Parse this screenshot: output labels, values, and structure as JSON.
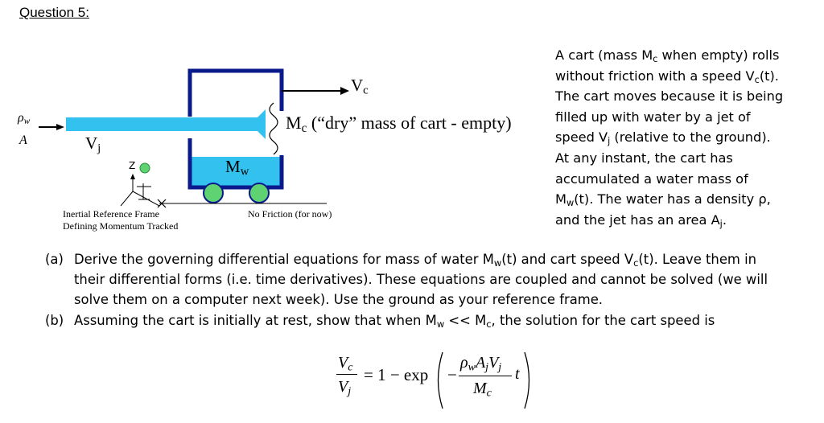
{
  "title": "Question 5:",
  "diagram": {
    "rho_label": "ρ",
    "rho_sub": "w",
    "area_label": "A",
    "vj_label": "V",
    "vj_sub": "j",
    "vc_label": "V",
    "vc_sub": "c",
    "mc_label": "M",
    "mc_sub": "c",
    "mc_desc": " (“dry” mass of cart - empty)",
    "mw_label": "M",
    "mw_sub": "w",
    "z_label": "Z",
    "frame_line1": "Inertial Reference Frame",
    "frame_line2": "Defining Momentum Tracked",
    "friction_label": "No Friction (for now)",
    "colors": {
      "water": "#33c2ef",
      "wheel": "#5fd372",
      "cart": "#0a1a8c"
    }
  },
  "description": {
    "l1a": "A cart (mass M",
    "l1b": "c",
    "l1c": " when empty) rolls",
    "l2a": "without friction with a speed V",
    "l2b": "c",
    "l2c": "(t).",
    "l3": "The cart moves because it is being",
    "l4": "filled up with water by a jet of",
    "l5a": "speed V",
    "l5b": "j",
    "l5c": " (relative to the ground).",
    "l6": "At any instant, the cart has",
    "l7": "accumulated a water mass of",
    "l8a": "M",
    "l8b": "w",
    "l8c": "(t).  The water has a density ρ,",
    "l9a": "and the jet has an area A",
    "l9b": "j",
    "l9c": "."
  },
  "part_a": {
    "label": "(a)",
    "l1a": "Derive the governing differential equations for mass of water M",
    "l1b": "w",
    "l1c": "(t) and cart speed V",
    "l1d": "c",
    "l1e": "(t).  Leave them in",
    "l2": "their differential forms (i.e. time derivatives).  These equations are coupled and cannot be solved (we will",
    "l3": "solve them on a computer next week).  Use the ground as your reference frame."
  },
  "part_b": {
    "label": "(b)",
    "l1a": "Assuming the cart is initially at rest, show that when M",
    "l1b": "w",
    "l1c": " << M",
    "l1d": "c",
    "l1e": ", the solution for the cart speed is"
  },
  "equation": {
    "num_v": "V",
    "num_sub": "c",
    "den_v": "V",
    "den_sub": "j",
    "rhs": "= 1 − exp",
    "minus": "−",
    "frac_num": "ρ",
    "frac_num_s1": "w",
    "frac_num_a": "A",
    "frac_num_s2": "j",
    "frac_num_v": "V",
    "frac_num_s3": "j",
    "frac_den": "M",
    "frac_den_sub": "c",
    "t": "t"
  }
}
